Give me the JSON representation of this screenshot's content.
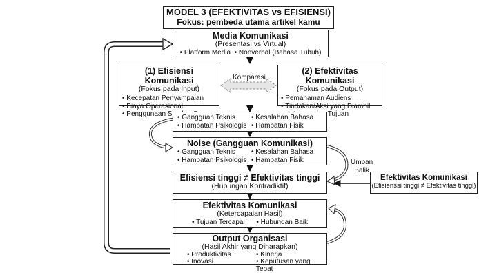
{
  "header": {
    "title": "MODEL 3 (EFEKTIVITAS vs EFISIENSI)",
    "subtitle": "Fokus: pembeda utama artikel kamu"
  },
  "media": {
    "title": "Media Komunikasi",
    "sub": "(Presentasi vs Virtual)",
    "items": [
      "Platform Media",
      "Nonverbal (Bahasa Tubuh)"
    ]
  },
  "efisiensi": {
    "title": "(1) Efisiensi Komunikasi",
    "sub": "(Fokus pada Input)",
    "items": [
      "Kecepatan Penyampaian",
      "Biaya Operasional",
      "Penggunaan Sumber Daya"
    ]
  },
  "efektivitas_box": {
    "title": "(2) Efektivitas Komunikasi",
    "sub": "(Fokus pada Output)",
    "items": [
      "Pemahaman Audiens",
      "Tindakan/Aksi yang Diambil",
      "Ketercapaian Tujuan"
    ]
  },
  "komparasi_label": "Komparasi",
  "gangguan_list": {
    "items": [
      "Gangguan Teknis",
      "Kesalahan Bahasa",
      "Hambatan Psikologis",
      "Hambatan Fisik"
    ]
  },
  "noise": {
    "title": "Noise (Gangguan Komunikasi)",
    "items": [
      "Gangguan Teknis",
      "Kesalahan Bahasa",
      "Hambatan Psikologis",
      "Hambatan Fisik"
    ]
  },
  "umpan_balik": {
    "line1": "Umpan",
    "line2": "Balik"
  },
  "kontradiksi": {
    "title": "Efisiensi tinggi ≠ Efektivitas tinggi",
    "sub": "(Hubungan Kontradiktif)"
  },
  "side_note": {
    "title": "Efektivitas Komunikasi",
    "sub": "(Efisienssi tinggi ≠ Efektivitas tinggi)"
  },
  "hasil": {
    "title": "Efektivitas Komunikasi",
    "sub": "(Ketercapaian Hasil)",
    "items": [
      "Tujuan Tercapai",
      "Hubungan Baik"
    ]
  },
  "output": {
    "title": "Output Organisasi",
    "sub": "(Hasil Akhir yang Diharapkan)",
    "items": [
      "Produktivitas",
      "Kinerja",
      "Inovasi",
      "Keputusan yang Tepat"
    ]
  }
}
